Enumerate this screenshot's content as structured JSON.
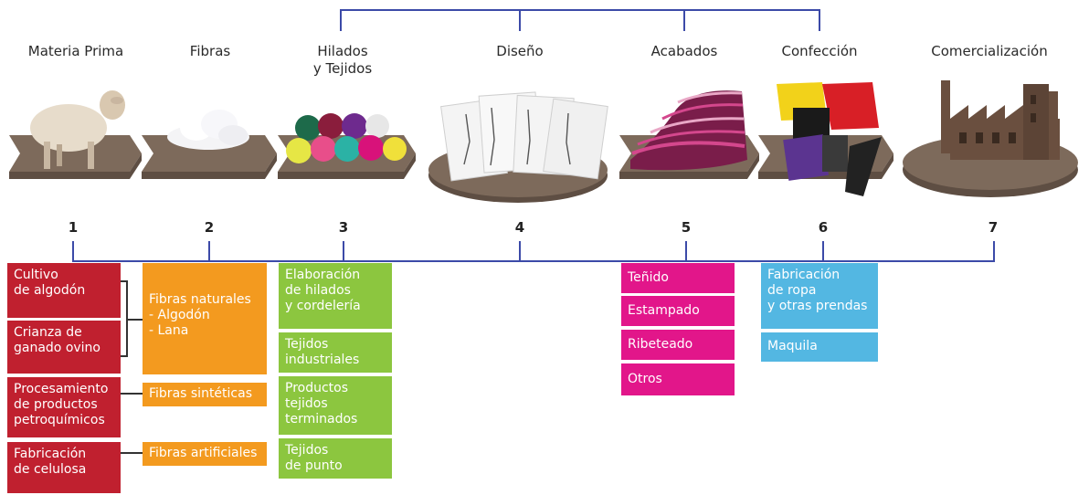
{
  "stages": [
    {
      "number": "1",
      "title": "Materia Prima"
    },
    {
      "number": "2",
      "title": "Fibras"
    },
    {
      "number": "3",
      "title": "Hilados\ny Tejidos"
    },
    {
      "number": "4",
      "title": "Diseño"
    },
    {
      "number": "5",
      "title": "Acabados"
    },
    {
      "number": "6",
      "title": "Confección"
    },
    {
      "number": "7",
      "title": "Comercialización"
    }
  ],
  "materia_prima": {
    "items": [
      "Cultivo\nde algodón",
      "Crianza de\nganado ovino",
      "Procesamiento\nde productos\npetroquímicos",
      "Fabricación\nde celulosa"
    ]
  },
  "fibras": {
    "items": [
      "Fibras naturales\n- Algodón\n- Lana",
      "Fibras sintéticas",
      "Fibras artificiales"
    ]
  },
  "hilados": {
    "items": [
      "Elaboración\nde hilados\ny cordelería",
      "Tejidos\nindustriales",
      "Productos\ntejidos\nterminados",
      "Tejidos\nde punto"
    ]
  },
  "acabados": {
    "items": [
      "Teñido",
      "Estampado",
      "Ribeteado",
      "Otros"
    ]
  },
  "confeccion": {
    "items": [
      "Fabricación\nde ropa\ny otras prendas",
      "Maquila"
    ]
  },
  "colors": {
    "line": "#3c4aa8",
    "red": "#c0202f",
    "orange": "#f39a1f",
    "green": "#8cc63f",
    "magenta": "#e2168a",
    "blue": "#53b7e2",
    "platform": "#7d6a5b"
  },
  "icons": [
    "sheep-icon",
    "cotton-icon",
    "yarn-balls-icon",
    "fashion-sketches-icon",
    "striped-fabric-icon",
    "clothing-icon",
    "factory-icon"
  ]
}
